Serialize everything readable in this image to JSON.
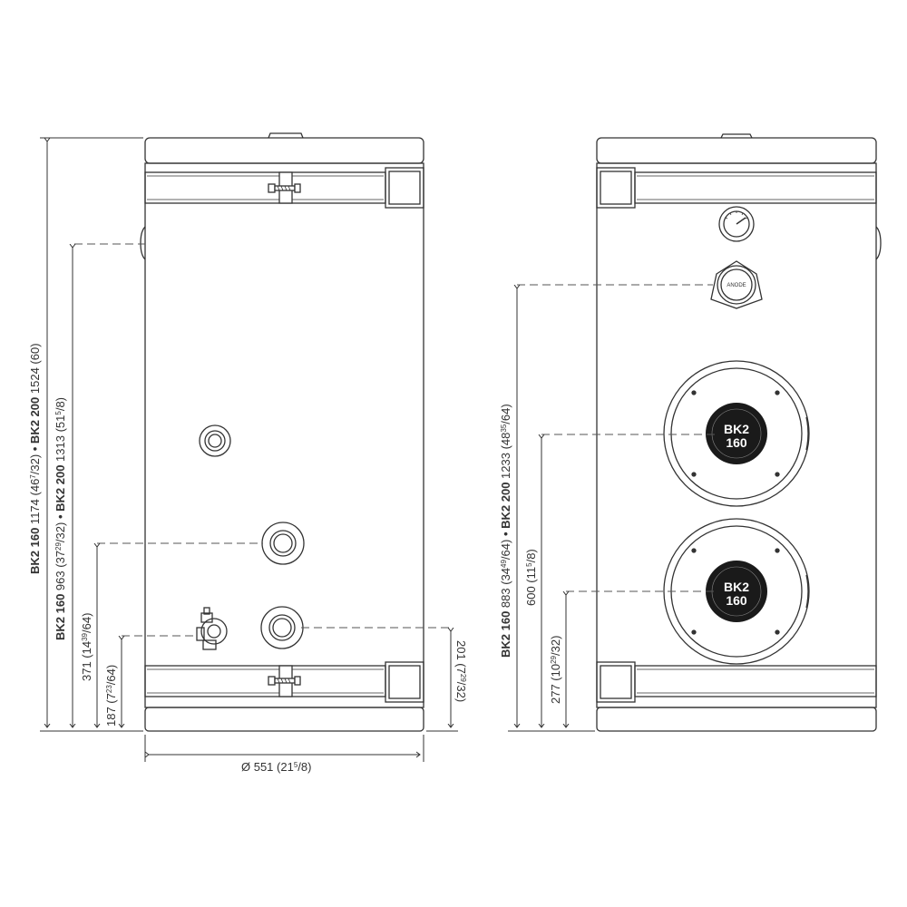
{
  "left_view": {
    "dim_total": {
      "model_a": "BK2 160",
      "value_a": "1174 (46",
      "frac_a_num": "7",
      "frac_a_den": "/32)",
      "bullet": " • ",
      "model_b": "BK2 200",
      "value_b": "1524 (60)"
    },
    "dim_top_conn": {
      "model_a": "BK2 160",
      "value_a": "963 (37",
      "frac_a_num": "29",
      "frac_a_den": "/32)",
      "bullet": " • ",
      "model_b": "BK2 200",
      "value_b": "1313 (51",
      "frac_b_num": "5",
      "frac_b_den": "/8)"
    },
    "dim_371": {
      "value": "371 (14",
      "frac_num": "39",
      "frac_den": "/64)"
    },
    "dim_187": {
      "value": "187 (7",
      "frac_num": "23",
      "frac_den": "/64)"
    },
    "dim_201": {
      "value": "201 (7",
      "frac_num": "29",
      "frac_den": "/32)"
    },
    "dim_diameter": {
      "value": "Ø 551 (21",
      "frac_num": "5",
      "frac_den": "/8)"
    }
  },
  "right_view": {
    "dim_anode": {
      "model_a": "BK2 160",
      "value_a": "883 (34",
      "frac_a_num": "49",
      "frac_a_den": "/64)",
      "bullet": " • ",
      "model_b": "BK2 200",
      "value_b": "1233 (48",
      "frac_b_num": "35",
      "frac_b_den": "/64)"
    },
    "dim_600": {
      "value": "600 (11",
      "frac_num": "5",
      "frac_den": "/8)"
    },
    "dim_277": {
      "value": "277 (10",
      "frac_num": "29",
      "frac_den": "/32)"
    },
    "anode_label": "ANODE",
    "badge_top": {
      "brand": "BK2",
      "model": "160"
    },
    "badge_bottom": {
      "brand": "BK2",
      "model": "160"
    }
  },
  "colors": {
    "outline": "#333333",
    "dash": "#555555",
    "badge": "#1a1a1a"
  }
}
